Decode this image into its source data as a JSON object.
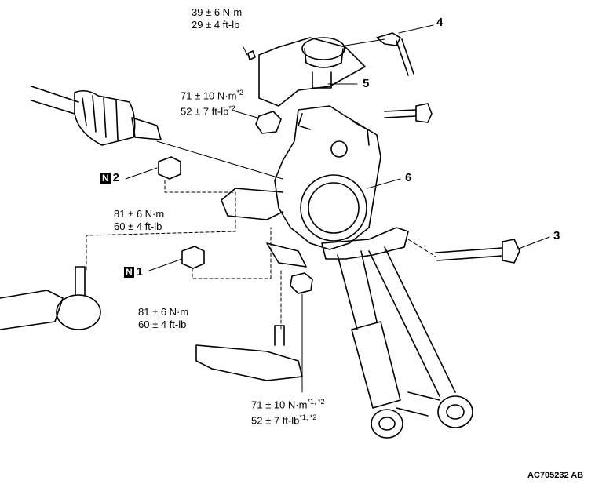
{
  "torque": {
    "top": {
      "nm": "39 ± 6 N·m",
      "ftlb": "29 ± 4 ft-lb",
      "nm_sup": "",
      "ftlb_sup": ""
    },
    "upper": {
      "nm": "71 ± 10 N·m",
      "ftlb": "52 ± 7 ft-lb",
      "nm_sup": "*2",
      "ftlb_sup": "*2"
    },
    "n2": {
      "nm": "81 ± 6 N·m",
      "ftlb": "60 ± 4 ft-lb"
    },
    "n1": {
      "nm": "81 ± 6 N·m",
      "ftlb": "60 ± 4 ft-lb"
    },
    "lower": {
      "nm": "71 ± 10 N·m",
      "ftlb": "52 ± 7 ft-lb",
      "nm_sup": "*1, *2",
      "ftlb_sup": "*1, *2"
    }
  },
  "callouts": {
    "c3": "3",
    "c4": "4",
    "c5": "5",
    "c6": "6",
    "n1": "1",
    "n2": "2",
    "n_symbol": "N"
  },
  "figure_code": "AC705232 AB"
}
